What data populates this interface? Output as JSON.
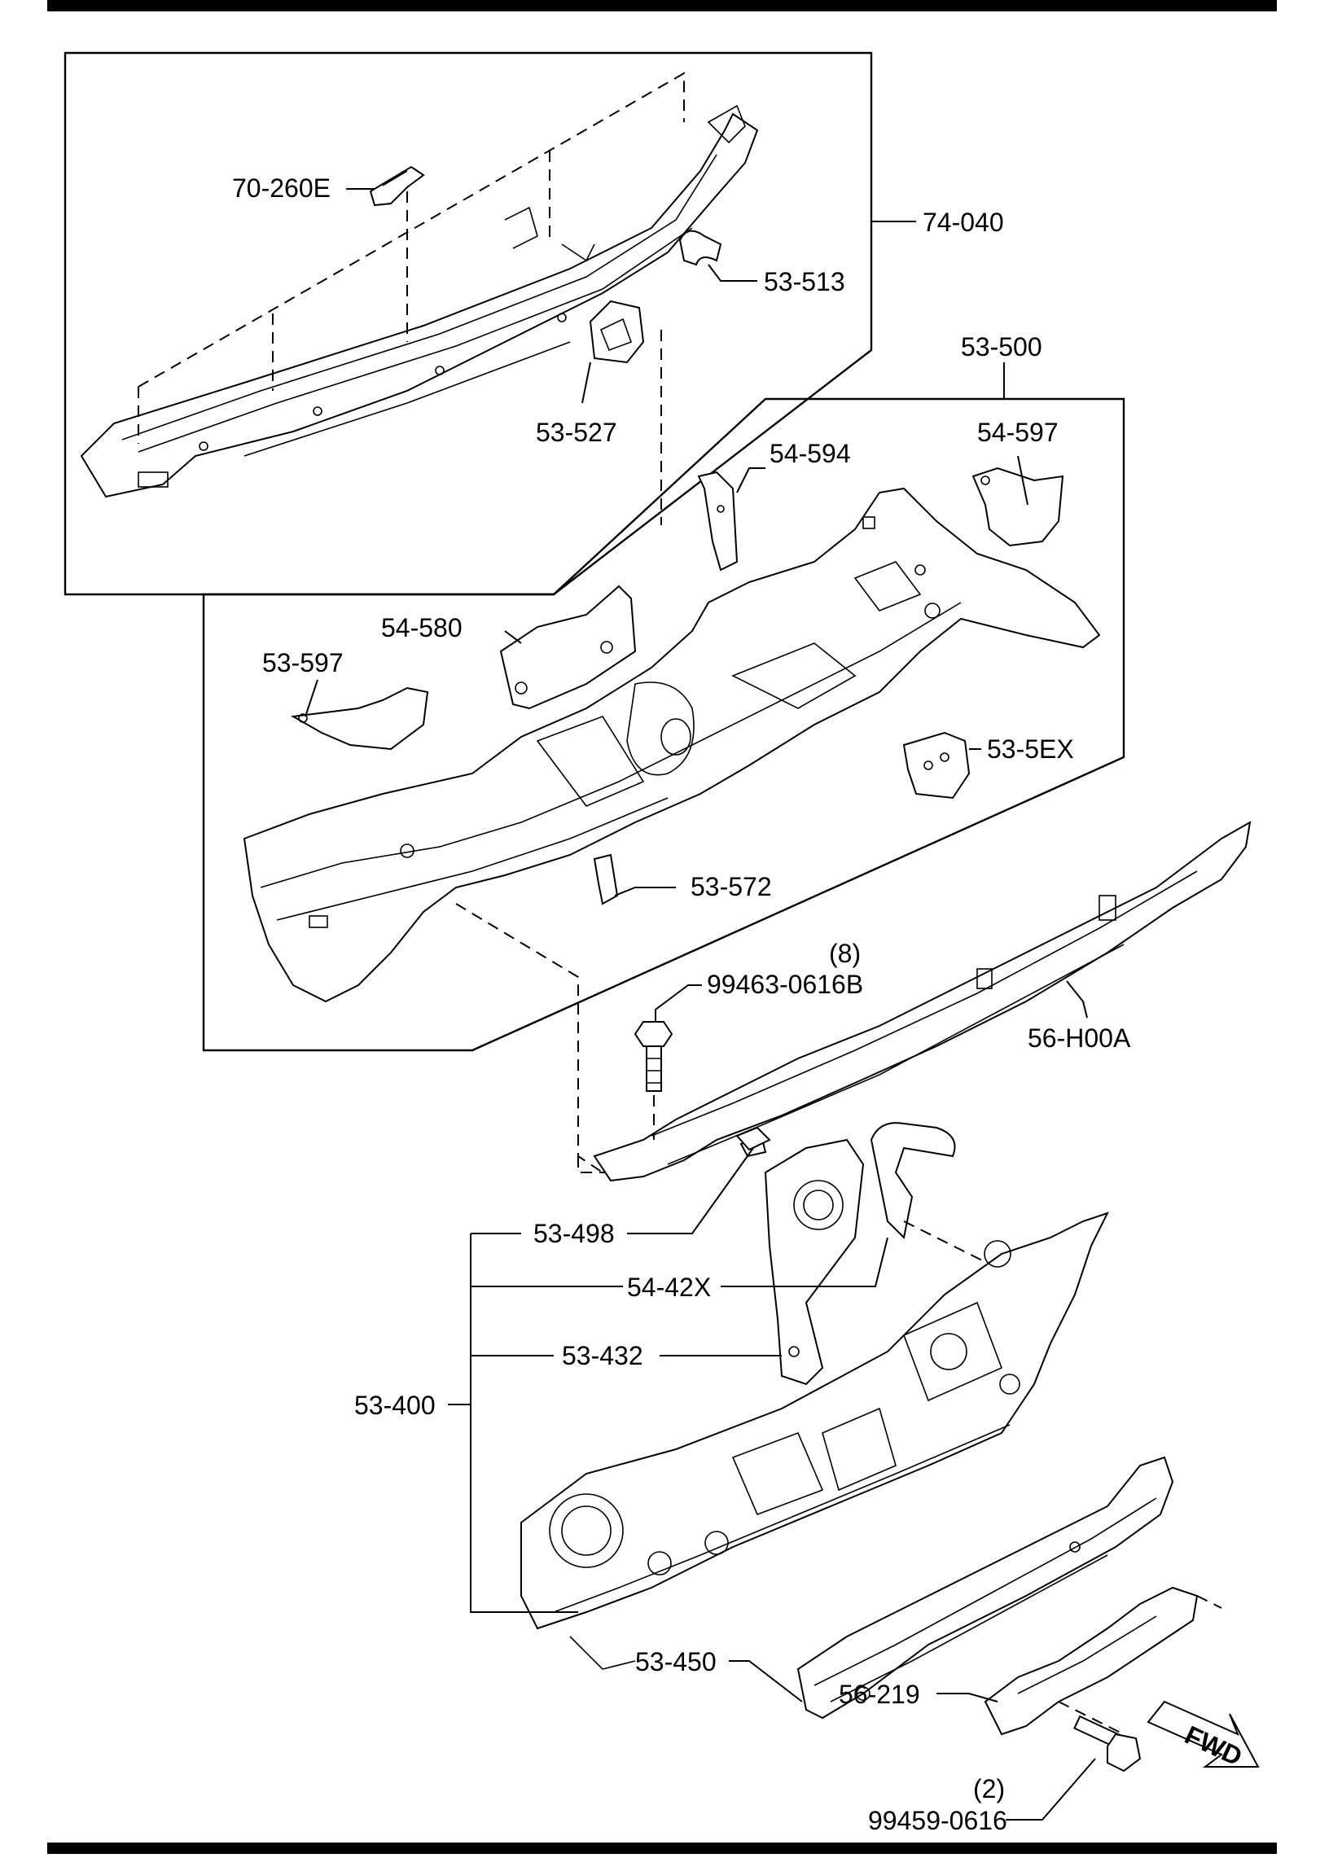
{
  "callouts": {
    "p70_260E": "70-260E",
    "p74_040": "74-040",
    "p53_513": "53-513",
    "p53_527": "53-527",
    "p53_500": "53-500",
    "p54_594": "54-594",
    "p54_597": "54-597",
    "p54_580": "54-580",
    "p53_597": "53-597",
    "p53_5EX": "53-5EX",
    "p53_572": "53-572",
    "bolt_a_qty": "(8)",
    "bolt_a": "99463-0616B",
    "p56_H00A": "56-H00A",
    "p53_498": "53-498",
    "p54_42X": "54-42X",
    "p53_432": "53-432",
    "p53_400": "53-400",
    "p53_450": "53-450",
    "p56_219": "56-219",
    "bolt_b_qty": "(2)",
    "bolt_b": "99459-0616"
  },
  "direction_badge": "FWD"
}
